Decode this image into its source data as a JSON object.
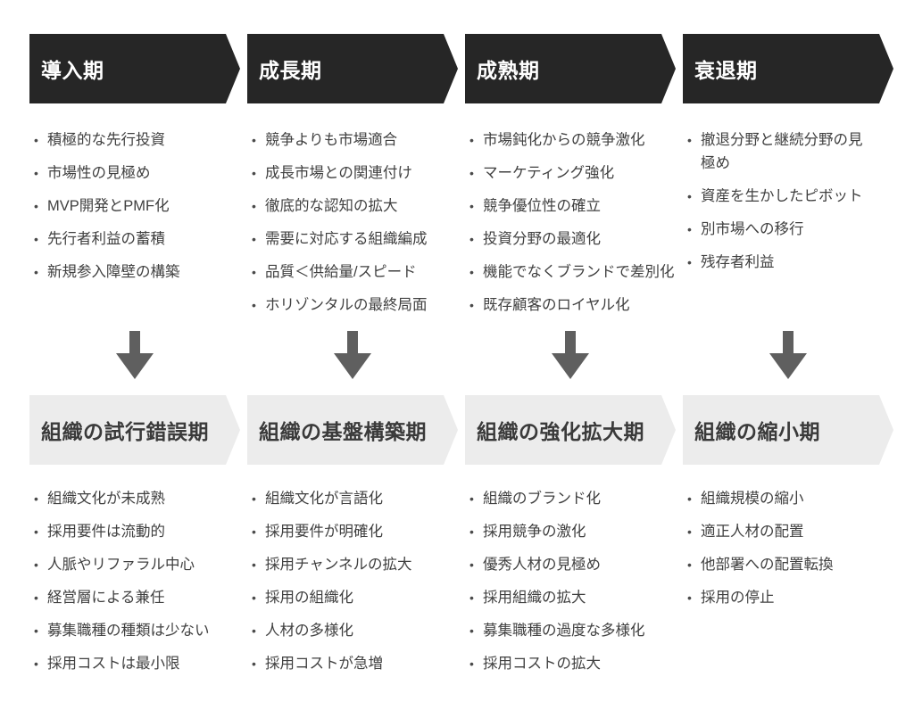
{
  "diagram_title": "product-lifecycle-vs-organization-phase",
  "colors": {
    "stage_header_bg": "#262626",
    "stage_header_text": "#ffffff",
    "org_header_bg": "#ececec",
    "org_header_text": "#3a3a3a",
    "bullet_text": "#404040",
    "down_arrow": "#5f5f5f"
  },
  "icons": {
    "down_arrow": "down-arrow-icon"
  },
  "columns": [
    {
      "stage": {
        "label": "導入期",
        "bullets": [
          "積極的な先行投資",
          "市場性の見極め",
          "MVP開発とPMF化",
          "先行者利益の蓄積",
          "新規参入障壁の構築"
        ]
      },
      "org": {
        "label": "組織の試行錯誤期",
        "bullets": [
          "組織文化が未成熟",
          "採用要件は流動的",
          "人脈やリファラル中心",
          "経営層による兼任",
          "募集職種の種類は少ない",
          "採用コストは最小限"
        ]
      }
    },
    {
      "stage": {
        "label": "成長期",
        "bullets": [
          "競争よりも市場適合",
          "成長市場との関連付け",
          "徹底的な認知の拡大",
          "需要に対応する組織編成",
          "品質＜供給量/スピード",
          "ホリゾンタルの最終局面"
        ]
      },
      "org": {
        "label": "組織の基盤構築期",
        "bullets": [
          "組織文化が言語化",
          "採用要件が明確化",
          "採用チャンネルの拡大",
          "採用の組織化",
          "人材の多様化",
          "採用コストが急増"
        ]
      }
    },
    {
      "stage": {
        "label": "成熟期",
        "bullets": [
          "市場鈍化からの競争激化",
          "マーケティング強化",
          "競争優位性の確立",
          "投資分野の最適化",
          "機能でなくブランドで差別化",
          "既存顧客のロイヤル化"
        ]
      },
      "org": {
        "label": "組織の強化拡大期",
        "bullets": [
          "組織のブランド化",
          "採用競争の激化",
          "優秀人材の見極め",
          "採用組織の拡大",
          "募集職種の過度な多様化",
          "採用コストの拡大"
        ]
      }
    },
    {
      "stage": {
        "label": "衰退期",
        "bullets": [
          "撤退分野と継続分野の見極め",
          "資産を生かしたピボット",
          "別市場への移行",
          "残存者利益"
        ]
      },
      "org": {
        "label": "組織の縮小期",
        "bullets": [
          "組織規模の縮小",
          "適正人材の配置",
          "他部署への配置転換",
          "採用の停止"
        ]
      }
    }
  ]
}
